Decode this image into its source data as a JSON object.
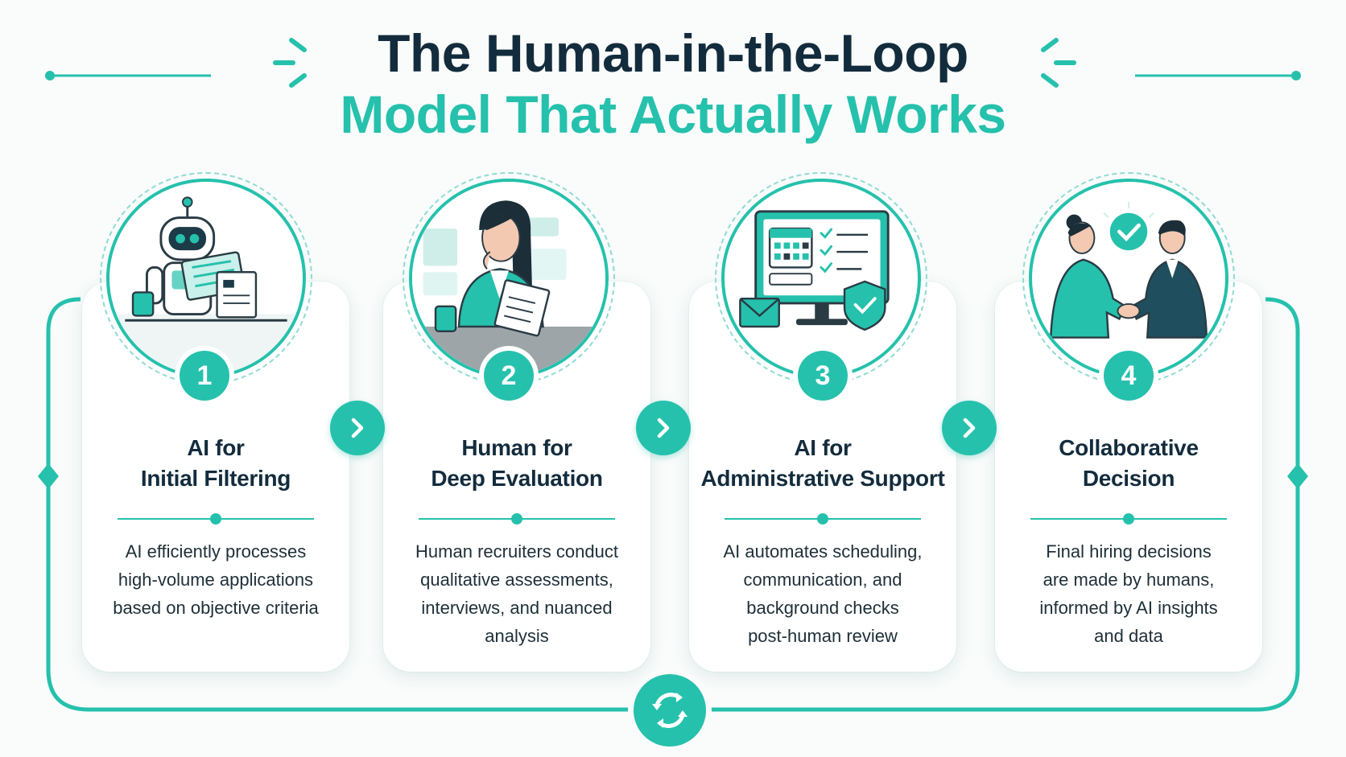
{
  "title": {
    "line1": "The Human-in-the-Loop",
    "line2": "Model That Actually Works"
  },
  "colors": {
    "accent": "#25c1ac",
    "dark": "#132c3d",
    "text": "#1e2f38"
  },
  "steps": [
    {
      "number": "1",
      "title_lines": [
        "AI for",
        "Initial Filtering"
      ],
      "desc_lines": [
        "AI efficiently processes",
        "high-volume applications",
        "based on objective criteria"
      ],
      "illustration": "robot-reviewing-document"
    },
    {
      "number": "2",
      "title_lines": [
        "Human for",
        "Deep Evaluation"
      ],
      "desc_lines": [
        "Human recruiters conduct",
        "qualitative assessments,",
        "interviews, and nuanced",
        "analysis"
      ],
      "illustration": "woman-reading-document"
    },
    {
      "number": "3",
      "title_lines": [
        "AI for",
        "Administrative Support"
      ],
      "desc_lines": [
        "AI automates scheduling,",
        "communication, and",
        "background checks",
        "post-human review"
      ],
      "illustration": "monitor-calendar-checklist"
    },
    {
      "number": "4",
      "title_lines": [
        "Collaborative",
        "Decision"
      ],
      "desc_lines": [
        "Final hiring decisions",
        "are made by humans,",
        "informed by AI insights",
        "and data"
      ],
      "illustration": "handshake-check"
    }
  ],
  "icons": {
    "arrow": "chevron-right-icon",
    "loop": "refresh-loop-icon"
  }
}
